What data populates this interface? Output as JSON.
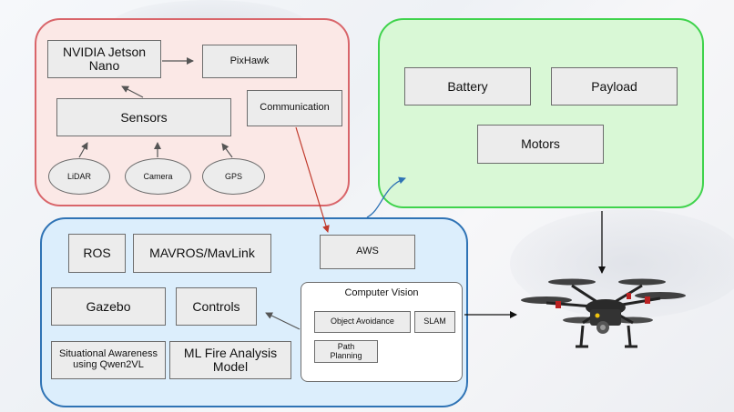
{
  "diagram": {
    "onboard": {
      "jetson": "NVIDIA Jetson Nano",
      "pixhawk": "PixHawk",
      "sensors": "Sensors",
      "communication": "Communication",
      "lidar": "LiDAR",
      "camera": "Camera",
      "gps": "GPS"
    },
    "power": {
      "battery": "Battery",
      "payload": "Payload",
      "motors": "Motors"
    },
    "ground": {
      "ros": "ROS",
      "mavros": "MAVROS/MavLink",
      "aws": "AWS",
      "gazebo": "Gazebo",
      "controls": "Controls",
      "situational": "Situational Awareness using Qwen2VL",
      "ml_fire": "ML Fire Analysis Model",
      "computer_vision": {
        "title": "Computer Vision",
        "object_avoidance": "Object Avoidance",
        "slam": "SLAM",
        "path_planning": "Path Planning"
      }
    },
    "colors": {
      "onboard_fill": "#fbe8e6",
      "onboard_border": "#d9656a",
      "power_fill": "#d9f8d6",
      "power_border": "#3fd34c",
      "ground_fill": "#dceefc",
      "ground_border": "#2f73b5",
      "comm_arrow": "#c0392b",
      "link_arrow": "#2f73b5"
    },
    "icons": {
      "drone": "hexacopter-drone-icon"
    }
  }
}
